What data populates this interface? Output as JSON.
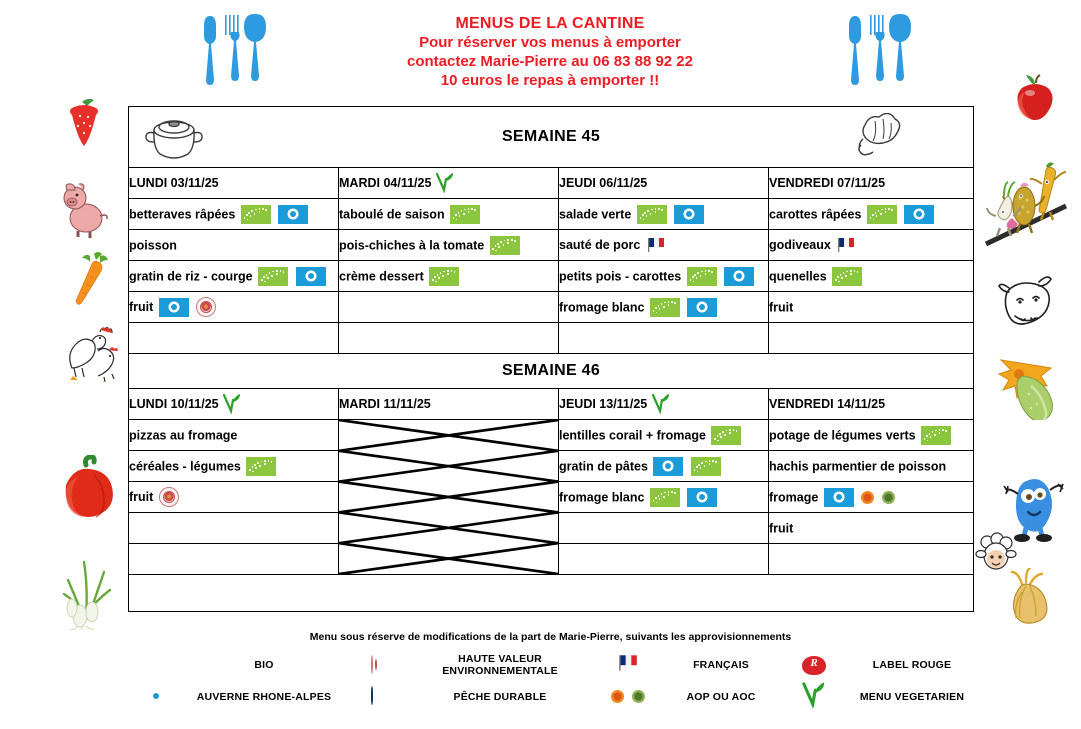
{
  "header": {
    "title_line1": "MENUS DE LA CANTINE",
    "title_line2": "Pour réserver vos menus à emporter",
    "title_line3": "contactez Marie-Pierre au 06 83 88 92 22",
    "title_line4": "10 euros le repas à emporter !!",
    "title_color": "#ED1C24",
    "left_icon": "cutlery-icon",
    "right_icon": "cutlery-icon"
  },
  "weeks": [
    {
      "banner": "SEMAINE 45",
      "banner_left_icon": "cooking-pot-icon",
      "banner_right_icon": "chef-toque-icon",
      "days": [
        {
          "label": "LUNDI 03/11/25",
          "vegetarian": false,
          "rows": [
            {
              "text": "betteraves râpées",
              "badges": [
                "bio",
                "aura"
              ]
            },
            {
              "text": "poisson",
              "badges": []
            },
            {
              "text": "gratin de riz - courge",
              "badges": [
                "bio",
                "aura"
              ]
            },
            {
              "text": "fruit",
              "badges": [
                "aura",
                "hve"
              ]
            },
            {
              "text": "",
              "badges": []
            }
          ]
        },
        {
          "label": "MARDI 04/11/25",
          "vegetarian": true,
          "rows": [
            {
              "text": "taboulé de saison",
              "badges": [
                "bio"
              ]
            },
            {
              "text": "pois-chiches à la tomate",
              "badges": [
                "bio"
              ]
            },
            {
              "text": "crème dessert",
              "badges": [
                "bio"
              ]
            },
            {
              "text": "",
              "badges": []
            },
            {
              "text": "",
              "badges": []
            }
          ]
        },
        {
          "label": "JEUDI 06/11/25",
          "vegetarian": false,
          "rows": [
            {
              "text": "salade verte",
              "badges": [
                "bio",
                "aura"
              ]
            },
            {
              "text": "sauté de porc",
              "badges": [
                "flag-fr"
              ]
            },
            {
              "text": "petits pois - carottes",
              "badges": [
                "bio",
                "aura"
              ]
            },
            {
              "text": "fromage blanc",
              "badges": [
                "bio",
                "aura"
              ]
            },
            {
              "text": "",
              "badges": []
            }
          ]
        },
        {
          "label": "VENDREDI 07/11/25",
          "vegetarian": false,
          "rows": [
            {
              "text": "carottes râpées",
              "badges": [
                "bio",
                "aura"
              ]
            },
            {
              "text": "godiveaux",
              "badges": [
                "flag-fr"
              ]
            },
            {
              "text": "quenelles",
              "badges": [
                "bio"
              ]
            },
            {
              "text": "fruit",
              "badges": []
            },
            {
              "text": "",
              "badges": []
            }
          ]
        }
      ]
    },
    {
      "banner": "SEMAINE 46",
      "banner_left_icon": "",
      "banner_right_icon": "",
      "days": [
        {
          "label": "LUNDI 10/11/25",
          "vegetarian": true,
          "rows": [
            {
              "text": "pizzas au fromage",
              "badges": []
            },
            {
              "text": "céréales - légumes",
              "badges": [
                "bio"
              ]
            },
            {
              "text": "fruit",
              "badges": [
                "hve"
              ]
            },
            {
              "text": "",
              "badges": []
            },
            {
              "text": "",
              "badges": []
            }
          ]
        },
        {
          "label": "MARDI 11/11/25",
          "vegetarian": false,
          "closed": true,
          "rows": [
            {
              "text": "",
              "badges": []
            },
            {
              "text": "",
              "badges": []
            },
            {
              "text": "",
              "badges": []
            },
            {
              "text": "",
              "badges": []
            },
            {
              "text": "",
              "badges": []
            }
          ]
        },
        {
          "label": "JEUDI 13/11/25",
          "vegetarian": true,
          "rows": [
            {
              "text": "lentilles corail + fromage",
              "badges": [
                "bio"
              ]
            },
            {
              "text": "gratin de pâtes",
              "badges": [
                "aura",
                "bio"
              ]
            },
            {
              "text": "fromage blanc",
              "badges": [
                "bio",
                "aura"
              ]
            },
            {
              "text": "",
              "badges": []
            },
            {
              "text": "",
              "badges": []
            }
          ]
        },
        {
          "label": "VENDREDI 14/11/25",
          "vegetarian": false,
          "rows": [
            {
              "text": "potage de légumes verts",
              "badges": [
                "bio"
              ]
            },
            {
              "text": "hachis parmentier de poisson",
              "badges": []
            },
            {
              "text": "fromage",
              "badges": [
                "aura",
                "aop-orange",
                "aop-green"
              ]
            },
            {
              "text": "fruit",
              "badges": []
            },
            {
              "text": "",
              "badges": []
            }
          ]
        }
      ]
    }
  ],
  "footnote": "Menu sous réserve de modifications de la part de Marie-Pierre, suivants les approvisionnements",
  "legend": [
    {
      "icon": "bio-icon",
      "label": "BIO"
    },
    {
      "icon": "hve-icon",
      "label": "HAUTE VALEUR ENVIRONNEMENTALE"
    },
    {
      "icon": "flag-fr-icon",
      "label": "FRANÇAIS"
    },
    {
      "icon": "label-rouge-icon",
      "label": "LABEL ROUGE"
    },
    {
      "icon": "aura-icon",
      "label": "AUVERNE RHONE-ALPES"
    },
    {
      "icon": "peche-icon",
      "label": "PÊCHE DURABLE"
    },
    {
      "icon": "aop-icon",
      "label": "AOP OU AOC"
    },
    {
      "icon": "vegetarian-icon",
      "label": "MENU VEGETARIEN"
    }
  ],
  "decorations": {
    "left": [
      "strawberry",
      "pig",
      "carrot",
      "rooster-and-hen",
      "red-pepper",
      "spring-onions"
    ],
    "right": [
      "apple",
      "dancing-vegetables",
      "cow-head",
      "zucchini",
      "blue-bean",
      "sheep",
      "onion"
    ]
  },
  "colors": {
    "title_red": "#ED1C24",
    "bio_green": "#8CC63E",
    "aura_blue": "#1B9CD8",
    "cutlery_blue": "#2E9BE0",
    "veg_green": "#2BA02B"
  }
}
